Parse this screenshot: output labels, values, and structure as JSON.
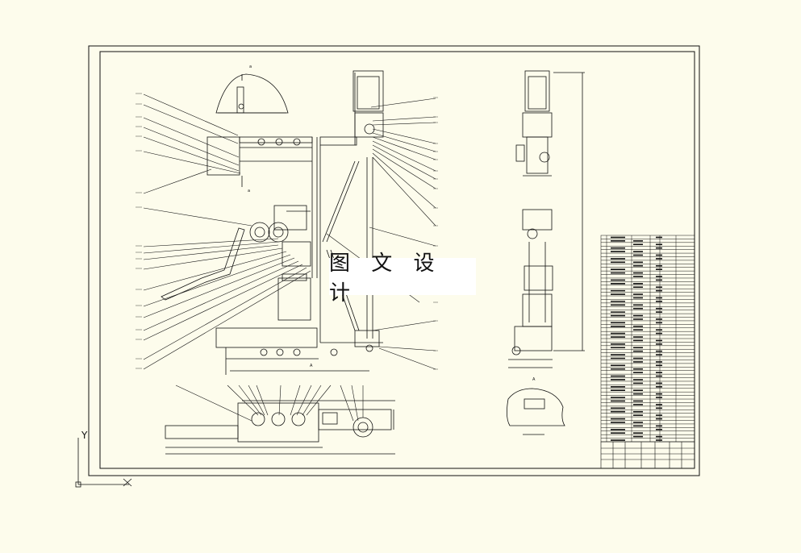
{
  "drawing": {
    "watermark_text": "图 文 设 计",
    "ucs": {
      "y_label": "Y",
      "x_label": "X"
    },
    "section_mark": "a",
    "section_mark_2": "a",
    "view_label": "A",
    "view_label_2": "A",
    "colors": {
      "background": "#fdfcec",
      "line": "#111111",
      "watermark_bg": "#ffffff"
    }
  }
}
